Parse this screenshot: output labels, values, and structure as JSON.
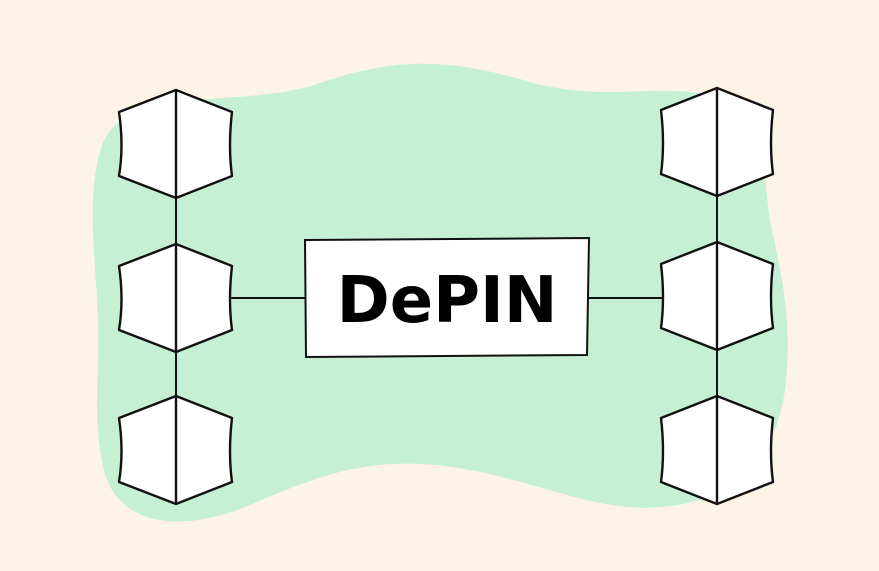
{
  "diagram": {
    "center_label": "DePIN",
    "colors": {
      "background": "#fdf3e6",
      "blob": "#c5f0d3",
      "node_fill": "#ffffff",
      "stroke": "#111111",
      "text": "#000000"
    },
    "left_column": {
      "node_count": 3
    },
    "right_column": {
      "node_count": 3
    }
  }
}
